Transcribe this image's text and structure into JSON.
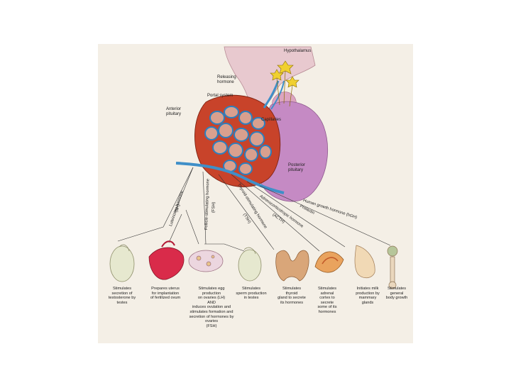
{
  "labels": {
    "hypothalamus": "Hypothalamus",
    "releasing_hormone_1": "Releasing",
    "releasing_hormone_2": "hormone",
    "portal_system": "Portal system",
    "anterior_pituitary_1": "Anterior",
    "anterior_pituitary_2": "pituitary",
    "capillaries": "Capillaries",
    "posterior_pituitary_1": "Posterior",
    "posterior_pituitary_2": "pituitary"
  },
  "hormones": {
    "lh_1": "Luteinizing hormone",
    "lh_2": "(LH)",
    "fsh_1": "Follicle-stimulating hormone",
    "fsh_2": "(FSH)",
    "tsh_1": "Thyroid-stimulating hormone",
    "tsh_2": "(TSH)",
    "acth_1": "Adrenocorticotropic hormone",
    "acth_2": "(ACTH)",
    "prolactin": "Prolactin",
    "hgh": "Human growth hormone (hGH)"
  },
  "captions": [
    "Stimulates\nsecretion of\ntestosterone by\ntestes",
    "Prepares uterus\nfor implantation\nof fertilized ovum",
    "Stimulates egg\nproduction\non ovaries (LH)\nAND\ninduces ovulation and\nstimulates formation and\nsecretion of hormones by\novaries\n(FSH)",
    "Stimulates\nsperm production\nin testes",
    "Stimulates\nthyroid\ngland to secrete\nits hormones",
    "Stimulates\nadrenal\ncortex to\nsecrete\nsome of its\nhormones",
    "Initiates milk\nproduction by\nmammary\nglands",
    "Stimulates\ngeneral\nbody growth"
  ],
  "colors": {
    "anterior": "#c8432a",
    "posterior": "#c58ac4",
    "vessel": "#3f8fc8",
    "neuron": "#f0d030"
  }
}
